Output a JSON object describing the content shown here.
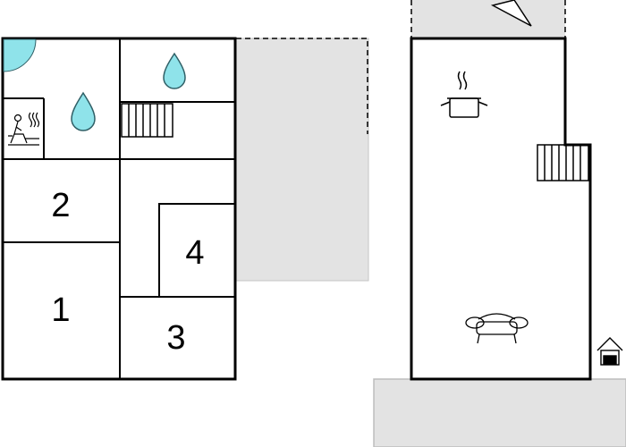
{
  "colors": {
    "wall": "#000000",
    "terrace": "#e3e3e3",
    "terrace_edge": "#c6c6c6",
    "water": "#8fe3ea",
    "water_stroke": "#2f5f66",
    "background": "#ffffff"
  },
  "rooms": [
    {
      "id": "room-1",
      "label": "1"
    },
    {
      "id": "room-2",
      "label": "2"
    },
    {
      "id": "room-3",
      "label": "3"
    },
    {
      "id": "room-4",
      "label": "4"
    }
  ],
  "icons": [
    "hot-tub-icon",
    "sauna-icon",
    "water-drop-icon",
    "water-drop-icon",
    "stairs-icon",
    "stairs-icon",
    "cooking-pot-icon",
    "sofa-icon",
    "house-entrance-icon",
    "compass-north-arrow-icon"
  ]
}
